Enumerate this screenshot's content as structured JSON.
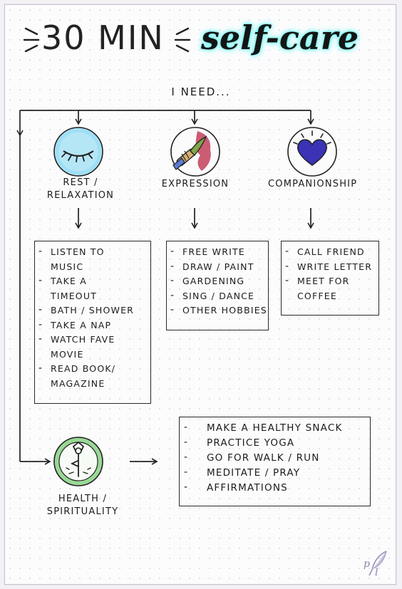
{
  "title": {
    "main": "30 MIN",
    "script": "self-care"
  },
  "heading": "I NEED...",
  "categories": [
    {
      "name": "REST /\nRELAXATION",
      "icon": "closed-eye-icon",
      "items": [
        "LISTEN TO MUSIC",
        "TAKE A TIMEOUT",
        "BATH / SHOWER",
        "TAKE A NAP",
        "WATCH FAVE MOVIE",
        "READ BOOK/ MAGAZINE"
      ]
    },
    {
      "name": "EXPRESSION",
      "icon": "paintbrush-icon",
      "items": [
        "FREE WRITE",
        "DRAW / PAINT",
        "GARDENING",
        "SING / DANCE",
        "OTHER HOBBIES"
      ]
    },
    {
      "name": "COMPANIONSHIP",
      "icon": "heart-icon",
      "items": [
        "CALL FRIEND",
        "WRITE LETTER",
        "MEET FOR COFFEE"
      ]
    },
    {
      "name": "HEALTH /\nSPIRITUALITY",
      "icon": "yoga-pose-icon",
      "items": [
        "MAKE A HEALTHY SNACK",
        "PRACTICE YOGA",
        "GO FOR WALK / RUN",
        "MEDITATE / PRAY",
        "AFFIRMATIONS"
      ]
    }
  ],
  "colors": {
    "title_glow": "#5ff2ee",
    "eye_circle": "#9fdff5",
    "heart": "#3b32b6",
    "brush": "#c2405a",
    "yoga_circle": "#8fd68a"
  }
}
